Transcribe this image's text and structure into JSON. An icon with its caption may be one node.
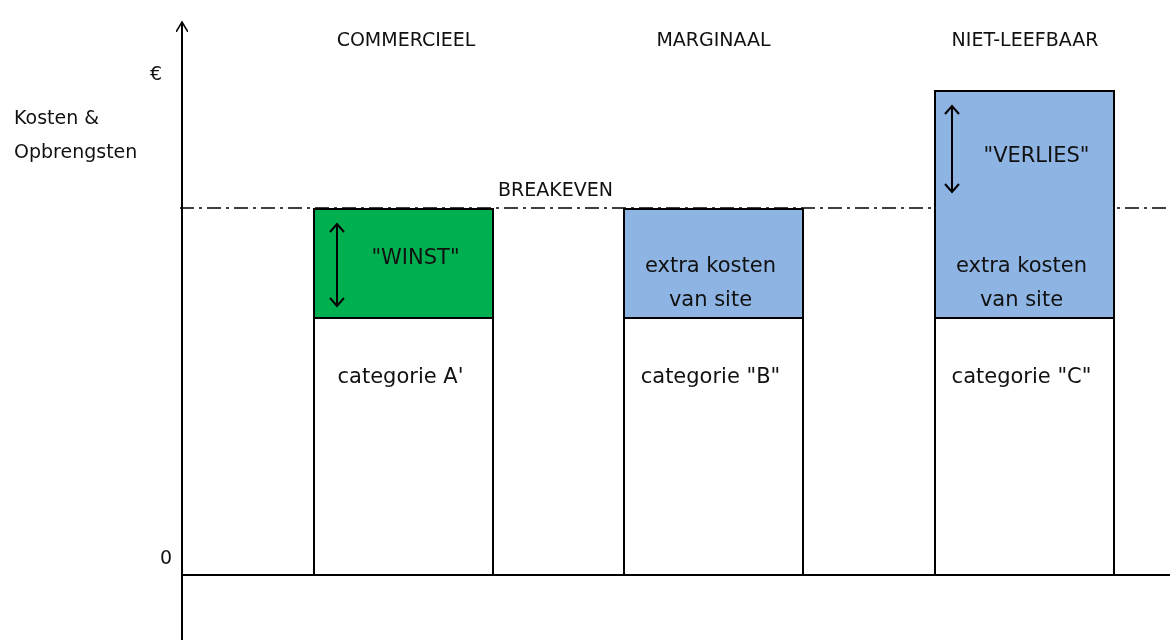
{
  "diagram": {
    "nodes": [
      {
        "text": [
          "categorie A'"
        ]
      },
      {
        "text": [
          "\"WINST\""
        ]
      },
      {
        "text": [
          "categorie \"B\""
        ]
      },
      {
        "text": [
          "extra kosten van site"
        ]
      },
      {
        "text": [
          "categorie \"C\""
        ]
      },
      {
        "text": [
          "\"VERLIES\"",
          "extra kosten van site"
        ]
      }
    ],
    "labels": [
      "COMMERCIEEL",
      "MARGINAAL",
      "NIET-LEEFBAAR",
      "€",
      "Kosten & Opbrengsten",
      "BREAKEVEN",
      "0"
    ]
  }
}
